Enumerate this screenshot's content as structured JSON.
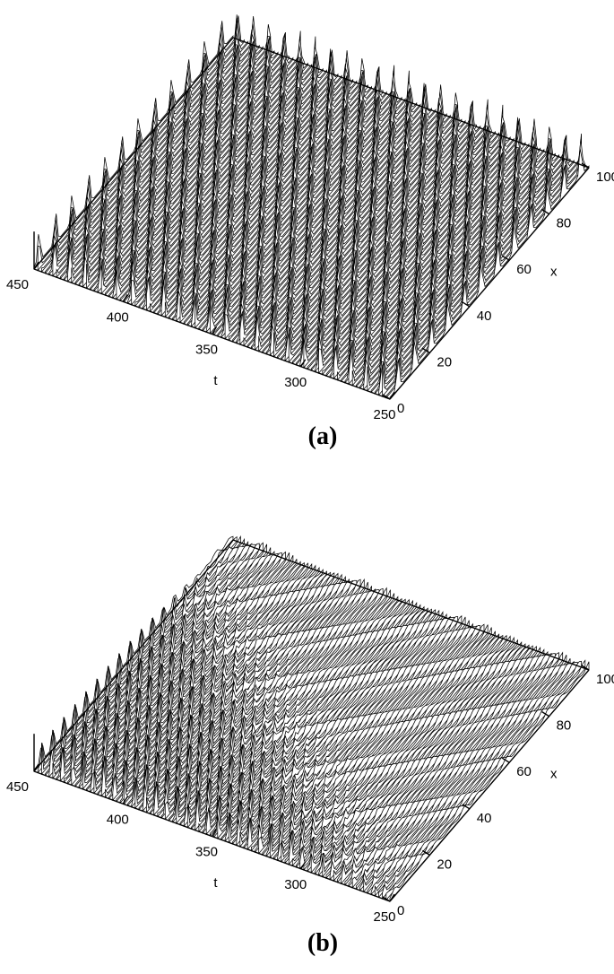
{
  "chart_data": [
    {
      "type": "surface-waterfall",
      "panel_label": "(a)",
      "x_axis": {
        "label": "x",
        "range": [
          0,
          100
        ],
        "ticks": [
          0,
          20,
          40,
          60,
          80,
          100
        ]
      },
      "t_axis": {
        "label": "t",
        "range": [
          250,
          450
        ],
        "ticks": [
          250,
          300,
          350,
          400,
          450
        ]
      },
      "z_axis": {
        "label": "",
        "ticks": []
      },
      "pattern": "regular traveling wave train",
      "ridge_count": 12,
      "ridge_speed": 0.95,
      "disorder": 0,
      "line_color": "#000000"
    },
    {
      "type": "surface-waterfall",
      "panel_label": "(b)",
      "x_axis": {
        "label": "x",
        "range": [
          0,
          100
        ],
        "ticks": [
          0,
          20,
          40,
          60,
          80,
          100
        ]
      },
      "t_axis": {
        "label": "t",
        "range": [
          250,
          450
        ],
        "ticks": [
          250,
          300,
          350,
          400,
          450
        ]
      },
      "z_axis": {
        "label": "",
        "ticks": []
      },
      "pattern": "wave train breaking into irregular low-amplitude waves",
      "ridge_count": 18,
      "ridge_speed": 0.95,
      "disorder": 1,
      "line_color": "#000000"
    }
  ]
}
